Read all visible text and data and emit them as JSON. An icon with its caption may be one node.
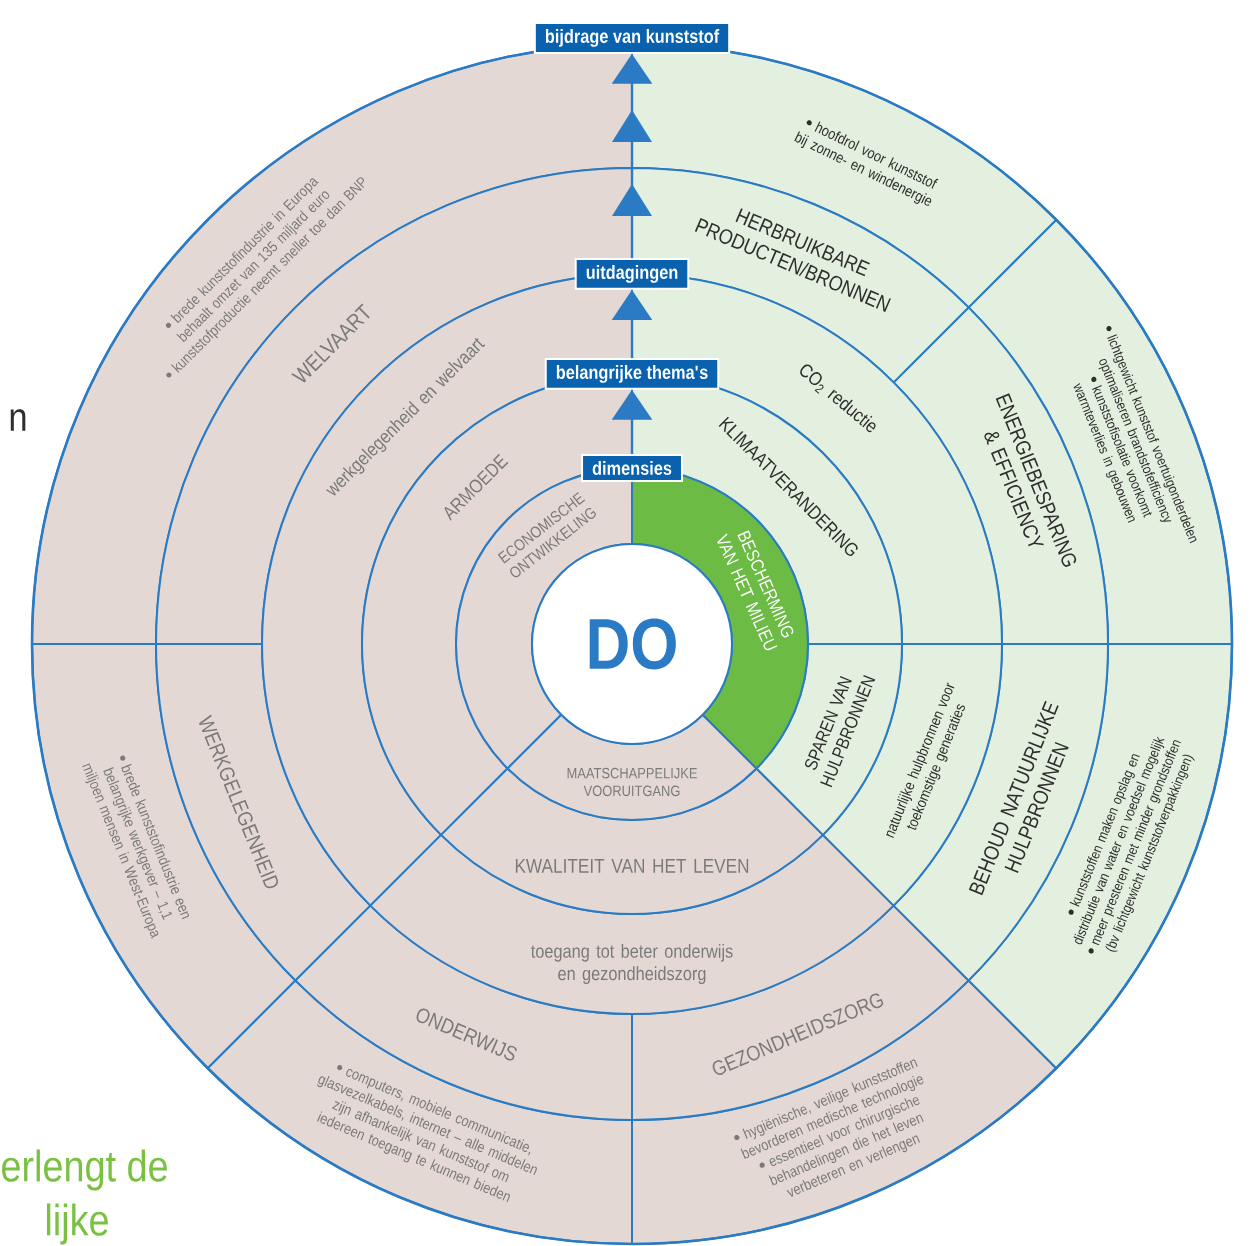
{
  "diagram": {
    "nodes": [
      {
        "text": [
          "bijdrage van kunststof"
        ]
      },
      {
        "text": [
          "uitdagingen"
        ]
      },
      {
        "text": [
          "belangrijke thema's"
        ]
      },
      {
        "text": [
          "dimensies"
        ]
      },
      {
        "text": [
          "DO"
        ]
      },
      {
        "text": [
          "ECONOMISCHE ONTWIKKELING"
        ]
      },
      {
        "text": [
          "MAATSCHAPPELIJKE VOORUITGANG"
        ]
      },
      {
        "text": [
          "BESCHERMING VAN HET MILIEU"
        ]
      },
      {
        "text": [
          "ARMOEDE"
        ]
      },
      {
        "text": [
          "KWALITEIT VAN HET LEVEN"
        ]
      },
      {
        "text": [
          "KLIMAATVERANDERING"
        ]
      },
      {
        "text": [
          "SPAREN VAN HULPBRONNEN"
        ]
      },
      {
        "text": [
          "werkgelegenheid en welvaart"
        ]
      },
      {
        "text": [
          "toegang tot beter onderwijs en gezondheidszorg"
        ]
      },
      {
        "text": [
          "CO$_{2}$ reductie"
        ]
      },
      {
        "text": [
          "natuurlijke hulpbronnen voor toekomstige generaties"
        ]
      },
      {
        "text": [
          "WELVAART"
        ]
      },
      {
        "text": [
          "WERKGELEGENHEID"
        ]
      },
      {
        "text": [
          "ONDERWIJS"
        ]
      },
      {
        "text": [
          "GEZONDHEIDSZORG"
        ]
      },
      {
        "text": [
          "BEHOUD NATUURLIJKE HULPBRONNEN"
        ]
      },
      {
        "text": [
          "ENERGIEBESPARING & EFFICIENCY"
        ]
      },
      {
        "text": [
          "HERBRUIKBARE PRODUCTEN/BRONNEN"
        ]
      },
      {
        "text": [
          "brede kunststofindustrie in Europa behaalt omzet van 135 miljard euro",
          "kunststofproductie neemt sneller toe dan BNP"
        ]
      },
      {
        "text": [
          "brede kunststofindustrie een belangrijke werkgever – 1,1 miljoen mensen in West-Europa"
        ]
      },
      {
        "text": [
          "computers, mobiele communicatie, glasvezelkabels, internet – alle middelen zijn afhankelijk van kunststof om iedereen toegang te kunnen bieden"
        ]
      },
      {
        "text": [
          "hygiënische, veilige kunststoffen bevorderen medische technologie",
          "essentieel voor chirurgische behandelingen die het leven verbeteren en verlengen"
        ]
      },
      {
        "text": [
          "kunststoffen maken opslag en distributie van water en voedsel mogelijk",
          "meer presteren met minder grondstoffen (bv lichtgewicht kunststofverpakkingen)"
        ]
      },
      {
        "text": [
          "lichtgewicht kunststof voertuigonderdelen optimaliseren brandstofefficiency",
          "kunststofisolatie voorkomt warmteverlies in gebouwen"
        ]
      },
      {
        "text": [
          "hoofdrol voor kunststof bij zonne- en windenergie"
        ]
      }
    ],
    "edges": [
      {
        "from": 3,
        "to": 2,
        "arrow": "to"
      },
      {
        "from": 2,
        "to": 1,
        "arrow": "to"
      },
      {
        "from": 1,
        "to": 0,
        "arrow": "to"
      }
    ],
    "labels": [
      "n",
      "erlengt de",
      "lijke"
    ]
  }
}
